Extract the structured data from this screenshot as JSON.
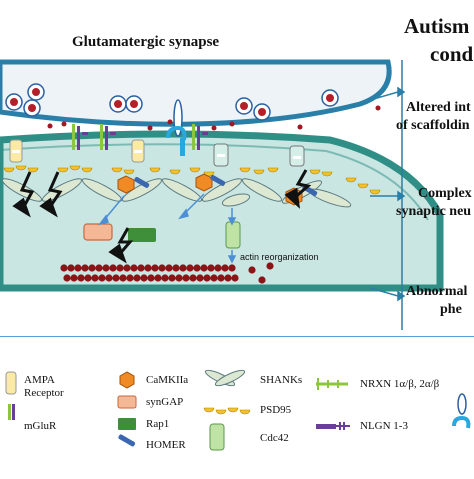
{
  "diagram": {
    "synapse_label": "Glutamatergic synapse",
    "right_title_line1": "Autism",
    "right_title_line2": "cond",
    "right_text_1_line1": "Altered int",
    "right_text_1_line2": "of scaffoldin",
    "right_text_2_line1": "Complex",
    "right_text_2_line2": "synaptic neu",
    "right_text_3_line1": "Abnormal",
    "right_text_3_line2": "phe",
    "actin_label": "actin reorganization"
  },
  "legend": {
    "ampa_line1": "AMPA",
    "ampa_line2": "Receptor",
    "mglur": "mGluR",
    "camkiia": "CaMKIIa",
    "syngap": "synGAP",
    "rap1": "Rap1",
    "homer": "HOMER",
    "shanks": "SHANKs",
    "psd95": "PSD95",
    "cdc42": "Cdc42",
    "nrxn": "NRXN 1α/β, 2α/β",
    "nlgn": "NLGN 1-3"
  },
  "colors": {
    "presynaptic_fill": "#eef3f7",
    "membrane": "#2a7fa8",
    "postsynaptic_fill": "#c9e6e3",
    "postsynaptic_border": "#2f8f86",
    "vesicle_red": "#b3202a",
    "actin": "#8b1416",
    "ampa": "#fbe9a6",
    "mglur_green": "#8cc63f",
    "mglur_purple": "#6a3d9a",
    "camkiia": "#f08a24",
    "syngap": "#f5b896",
    "rap1": "#3f8f3a",
    "homer": "#3b67b0",
    "shanks": "#dde8d2",
    "psd95": "#f2c12e",
    "cdc42": "#bfe3a5",
    "separator": "#5aa0d8",
    "arrow_blue": "#4d8fd6"
  },
  "icons": [
    "synaptic-vesicle-icon",
    "ampa-receptor-icon",
    "mglur-icon",
    "camkiia-icon",
    "syngap-icon",
    "rap1-icon",
    "homer-icon",
    "shank-icon",
    "psd95-icon",
    "cdc42-icon",
    "nrxn-icon",
    "nlgn-icon",
    "lightning-arrow-icon"
  ]
}
